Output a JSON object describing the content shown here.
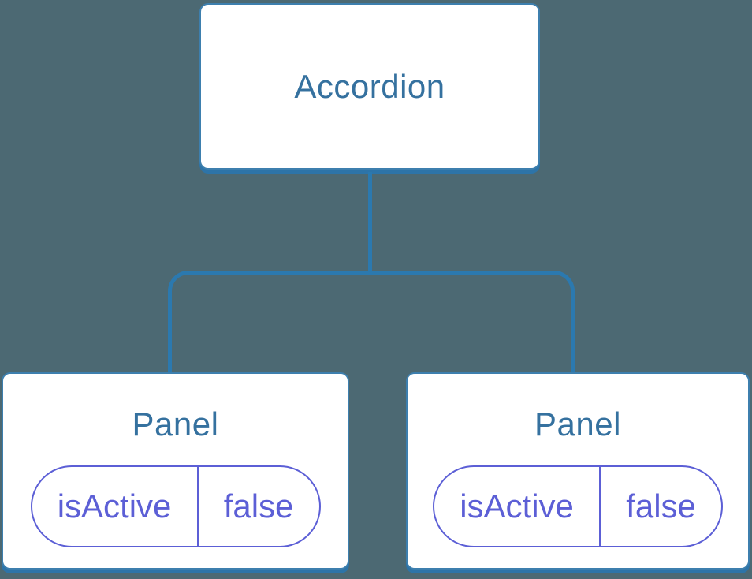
{
  "diagram": {
    "type": "component-tree",
    "root": {
      "label": "Accordion"
    },
    "children": [
      {
        "label": "Panel",
        "state": {
          "key": "isActive",
          "value": "false"
        }
      },
      {
        "label": "Panel",
        "state": {
          "key": "isActive",
          "value": "false"
        }
      }
    ],
    "colors": {
      "background": "#4c6973",
      "line": "#2b79af",
      "card_fill": "#ffffff",
      "card_border": "#3d7fae",
      "card_shadow": "#2d74a8",
      "title_text": "#35719f",
      "pill_accent": "#5c5fd6"
    }
  }
}
